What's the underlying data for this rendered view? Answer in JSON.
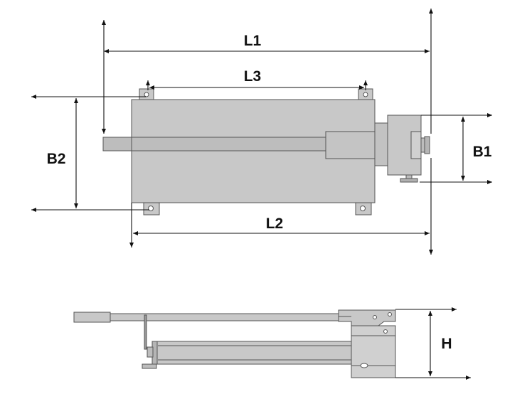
{
  "labels": {
    "l1": "L1",
    "l2": "L2",
    "l3": "L3",
    "b1": "B1",
    "b2": "B2",
    "h": "H"
  },
  "colors": {
    "body": "#c8c8c8",
    "body_dark": "#b9b9b9",
    "light": "#dcdcdc",
    "outline": "#555555",
    "dimension_line": "#111111"
  }
}
